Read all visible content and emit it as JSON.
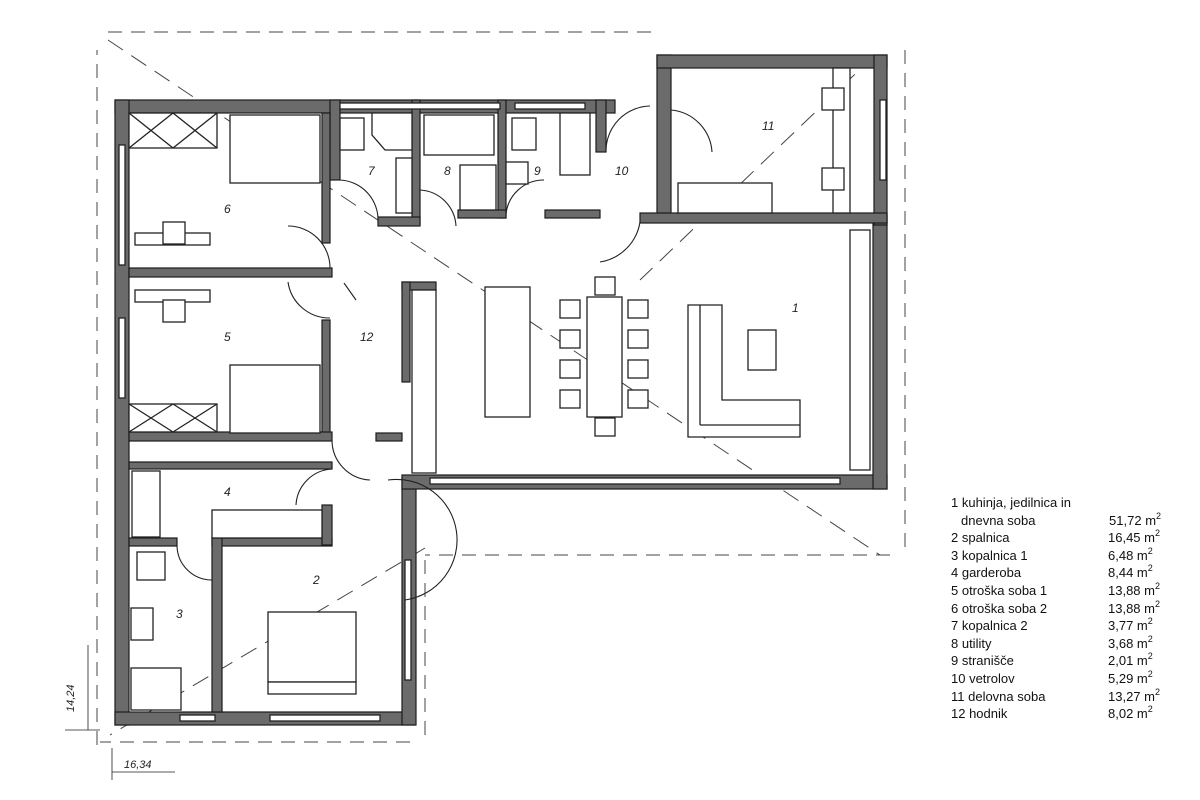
{
  "rooms": [
    {
      "num": "1",
      "name": "kuhinja, jedilnica in",
      "name2": "dnevna soba",
      "area": "51,72"
    },
    {
      "num": "2",
      "name": "spalnica",
      "area": "16,45"
    },
    {
      "num": "3",
      "name": "kopalnica 1",
      "area": "6,48"
    },
    {
      "num": "4",
      "name": "garderoba",
      "area": "8,44"
    },
    {
      "num": "5",
      "name": "otroška soba 1",
      "area": "13,88"
    },
    {
      "num": "6",
      "name": "otroška soba 2",
      "area": "13,88"
    },
    {
      "num": "7",
      "name": "kopalnica 2",
      "area": "3,77"
    },
    {
      "num": "8",
      "name": "utility",
      "area": "3,68"
    },
    {
      "num": "9",
      "name": "stranišče",
      "area": "2,01"
    },
    {
      "num": "10",
      "name": "vetrolov",
      "area": "5,29"
    },
    {
      "num": "11",
      "name": "delovna soba",
      "area": "13,27"
    },
    {
      "num": "12",
      "name": "hodnik",
      "area": "8,02"
    }
  ],
  "unit": "m",
  "unit_sup": "2",
  "dimensions": {
    "depth": "14,24",
    "width": "16,34"
  },
  "colors": {
    "wall": "#6b6b6b",
    "line": "#222222"
  }
}
